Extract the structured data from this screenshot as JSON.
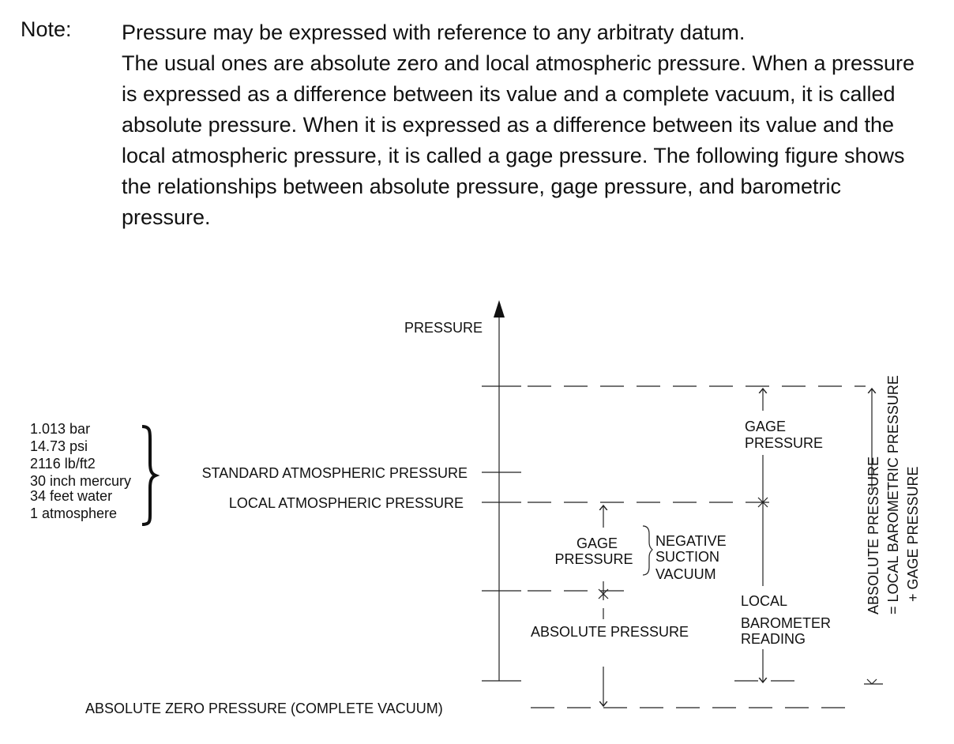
{
  "note": {
    "label": "Note:",
    "line1": "Pressure may be expressed with reference to any arbitraty datum.",
    "paragraph": "The usual ones are absolute zero and local atmospheric pressure. When a pressure is expressed as a difference between its value and a complete vacuum, it is called absolute pressure. When it is expressed as a difference between its value and the local atmospheric pressure, it is called a gage pressure. The following figure shows the relationships between absolute pressure, gage pressure, and barometric pressure."
  },
  "figure": {
    "axis_label": "PRESSURE",
    "standard_equivalents": [
      "1.013 bar",
      "14.73 psi",
      "2116 lb/ft2",
      "30 inch mercury",
      "34 feet water",
      "1 atmosphere"
    ],
    "standard_atm": "STANDARD ATMOSPHERIC PRESSURE",
    "local_atm": "LOCAL ATMOSPHERIC  PRESSURE",
    "absolute_zero": "ABSOLUTE ZERO PRESSURE (COMPLETE VACUUM)",
    "gage_low": [
      "GAGE",
      "PRESSURE"
    ],
    "negative": [
      "NEGATIVE",
      "SUCTION",
      "VACUUM"
    ],
    "absolute_pressure": "ABSOLUTE PRESSURE",
    "gage_high": [
      "GAGE",
      "PRESSURE"
    ],
    "local_barometer": [
      "LOCAL",
      "BAROMETER",
      "READING"
    ],
    "vertical_labels": [
      "ABSOLUTE PRESSURE",
      "= LOCAL BAROMETRIC PRESSURE",
      "+ GAGE PRESSURE"
    ]
  }
}
